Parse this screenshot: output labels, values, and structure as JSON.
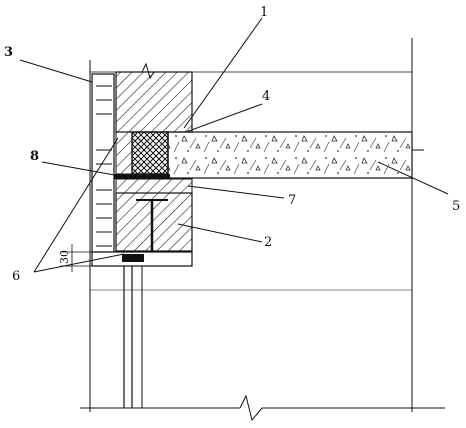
{
  "callouts": [
    {
      "id": "1",
      "bold": false
    },
    {
      "id": "2",
      "bold": false
    },
    {
      "id": "3",
      "bold": true
    },
    {
      "id": "4",
      "bold": false
    },
    {
      "id": "5",
      "bold": false
    },
    {
      "id": "6",
      "bold": false
    },
    {
      "id": "7",
      "bold": false
    },
    {
      "id": "8",
      "bold": true
    }
  ],
  "dimension": {
    "value": "30"
  }
}
